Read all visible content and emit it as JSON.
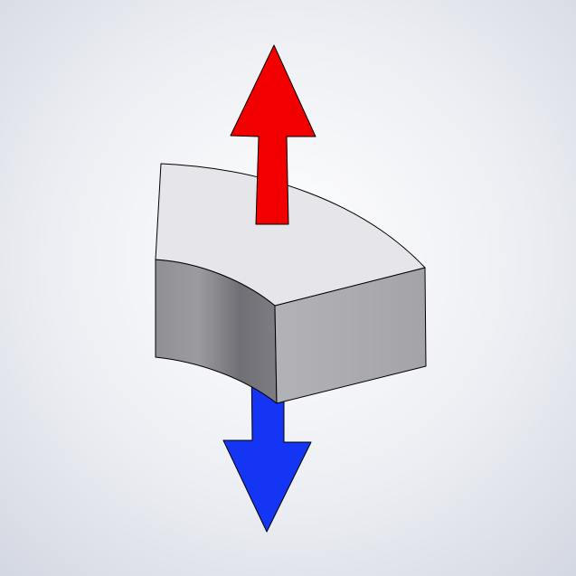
{
  "colors": {
    "background_center": "#ffffff",
    "background_edge": "#d3d7e1",
    "arrow_north": "#f20000",
    "arrow_south": "#1535f5",
    "top_face": "#e6e5ea",
    "front_face_light": "#b3b3b7",
    "front_face_dark": "#a4a4a8",
    "curved_face_light": "#9b9ba0",
    "curved_face_dark": "#6f6f75",
    "outline": "#000000"
  },
  "shapes": {
    "magnet": "arc-segment-magnet",
    "north_arrow": "arrow-up",
    "south_arrow": "arrow-down"
  }
}
